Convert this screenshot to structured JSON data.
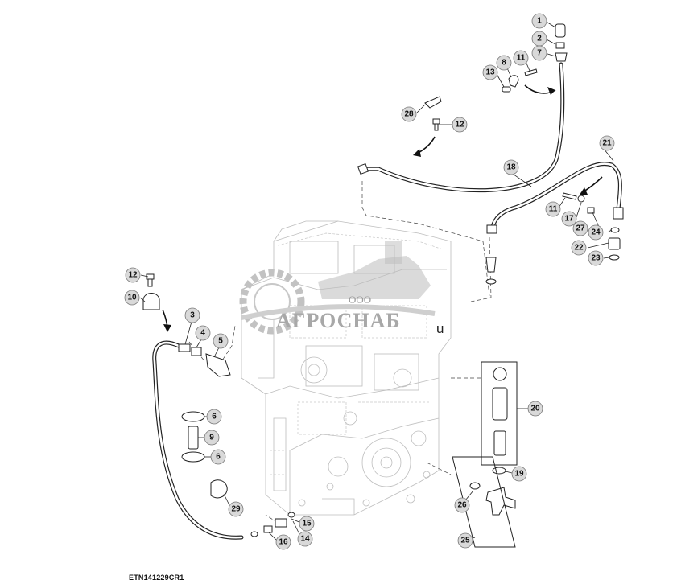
{
  "drawing_code": "ETN141229CR1",
  "watermark": {
    "small": "ООО",
    "main": "АГРОСНАБ",
    "suffix": "u"
  },
  "callouts": [
    {
      "id": "c1",
      "label": "1"
    },
    {
      "id": "c2",
      "label": "2"
    },
    {
      "id": "c7",
      "label": "7"
    },
    {
      "id": "c8",
      "label": "8"
    },
    {
      "id": "c11a",
      "label": "11"
    },
    {
      "id": "c13",
      "label": "13"
    },
    {
      "id": "c28",
      "label": "28"
    },
    {
      "id": "c12a",
      "label": "12"
    },
    {
      "id": "c18",
      "label": "18"
    },
    {
      "id": "c21",
      "label": "21"
    },
    {
      "id": "c11b",
      "label": "11"
    },
    {
      "id": "c17",
      "label": "17"
    },
    {
      "id": "c27",
      "label": "27"
    },
    {
      "id": "c24",
      "label": "24"
    },
    {
      "id": "c22",
      "label": "22"
    },
    {
      "id": "c23",
      "label": "23"
    },
    {
      "id": "c12b",
      "label": "12"
    },
    {
      "id": "c10",
      "label": "10"
    },
    {
      "id": "c3",
      "label": "3"
    },
    {
      "id": "c4",
      "label": "4"
    },
    {
      "id": "c5",
      "label": "5"
    },
    {
      "id": "c6a",
      "label": "6"
    },
    {
      "id": "c9",
      "label": "9"
    },
    {
      "id": "c6b",
      "label": "6"
    },
    {
      "id": "c29",
      "label": "29"
    },
    {
      "id": "c15",
      "label": "15"
    },
    {
      "id": "c16",
      "label": "16"
    },
    {
      "id": "c14",
      "label": "14"
    },
    {
      "id": "c20",
      "label": "20"
    },
    {
      "id": "c19",
      "label": "19"
    },
    {
      "id": "c26",
      "label": "26"
    },
    {
      "id": "c25",
      "label": "25"
    }
  ]
}
